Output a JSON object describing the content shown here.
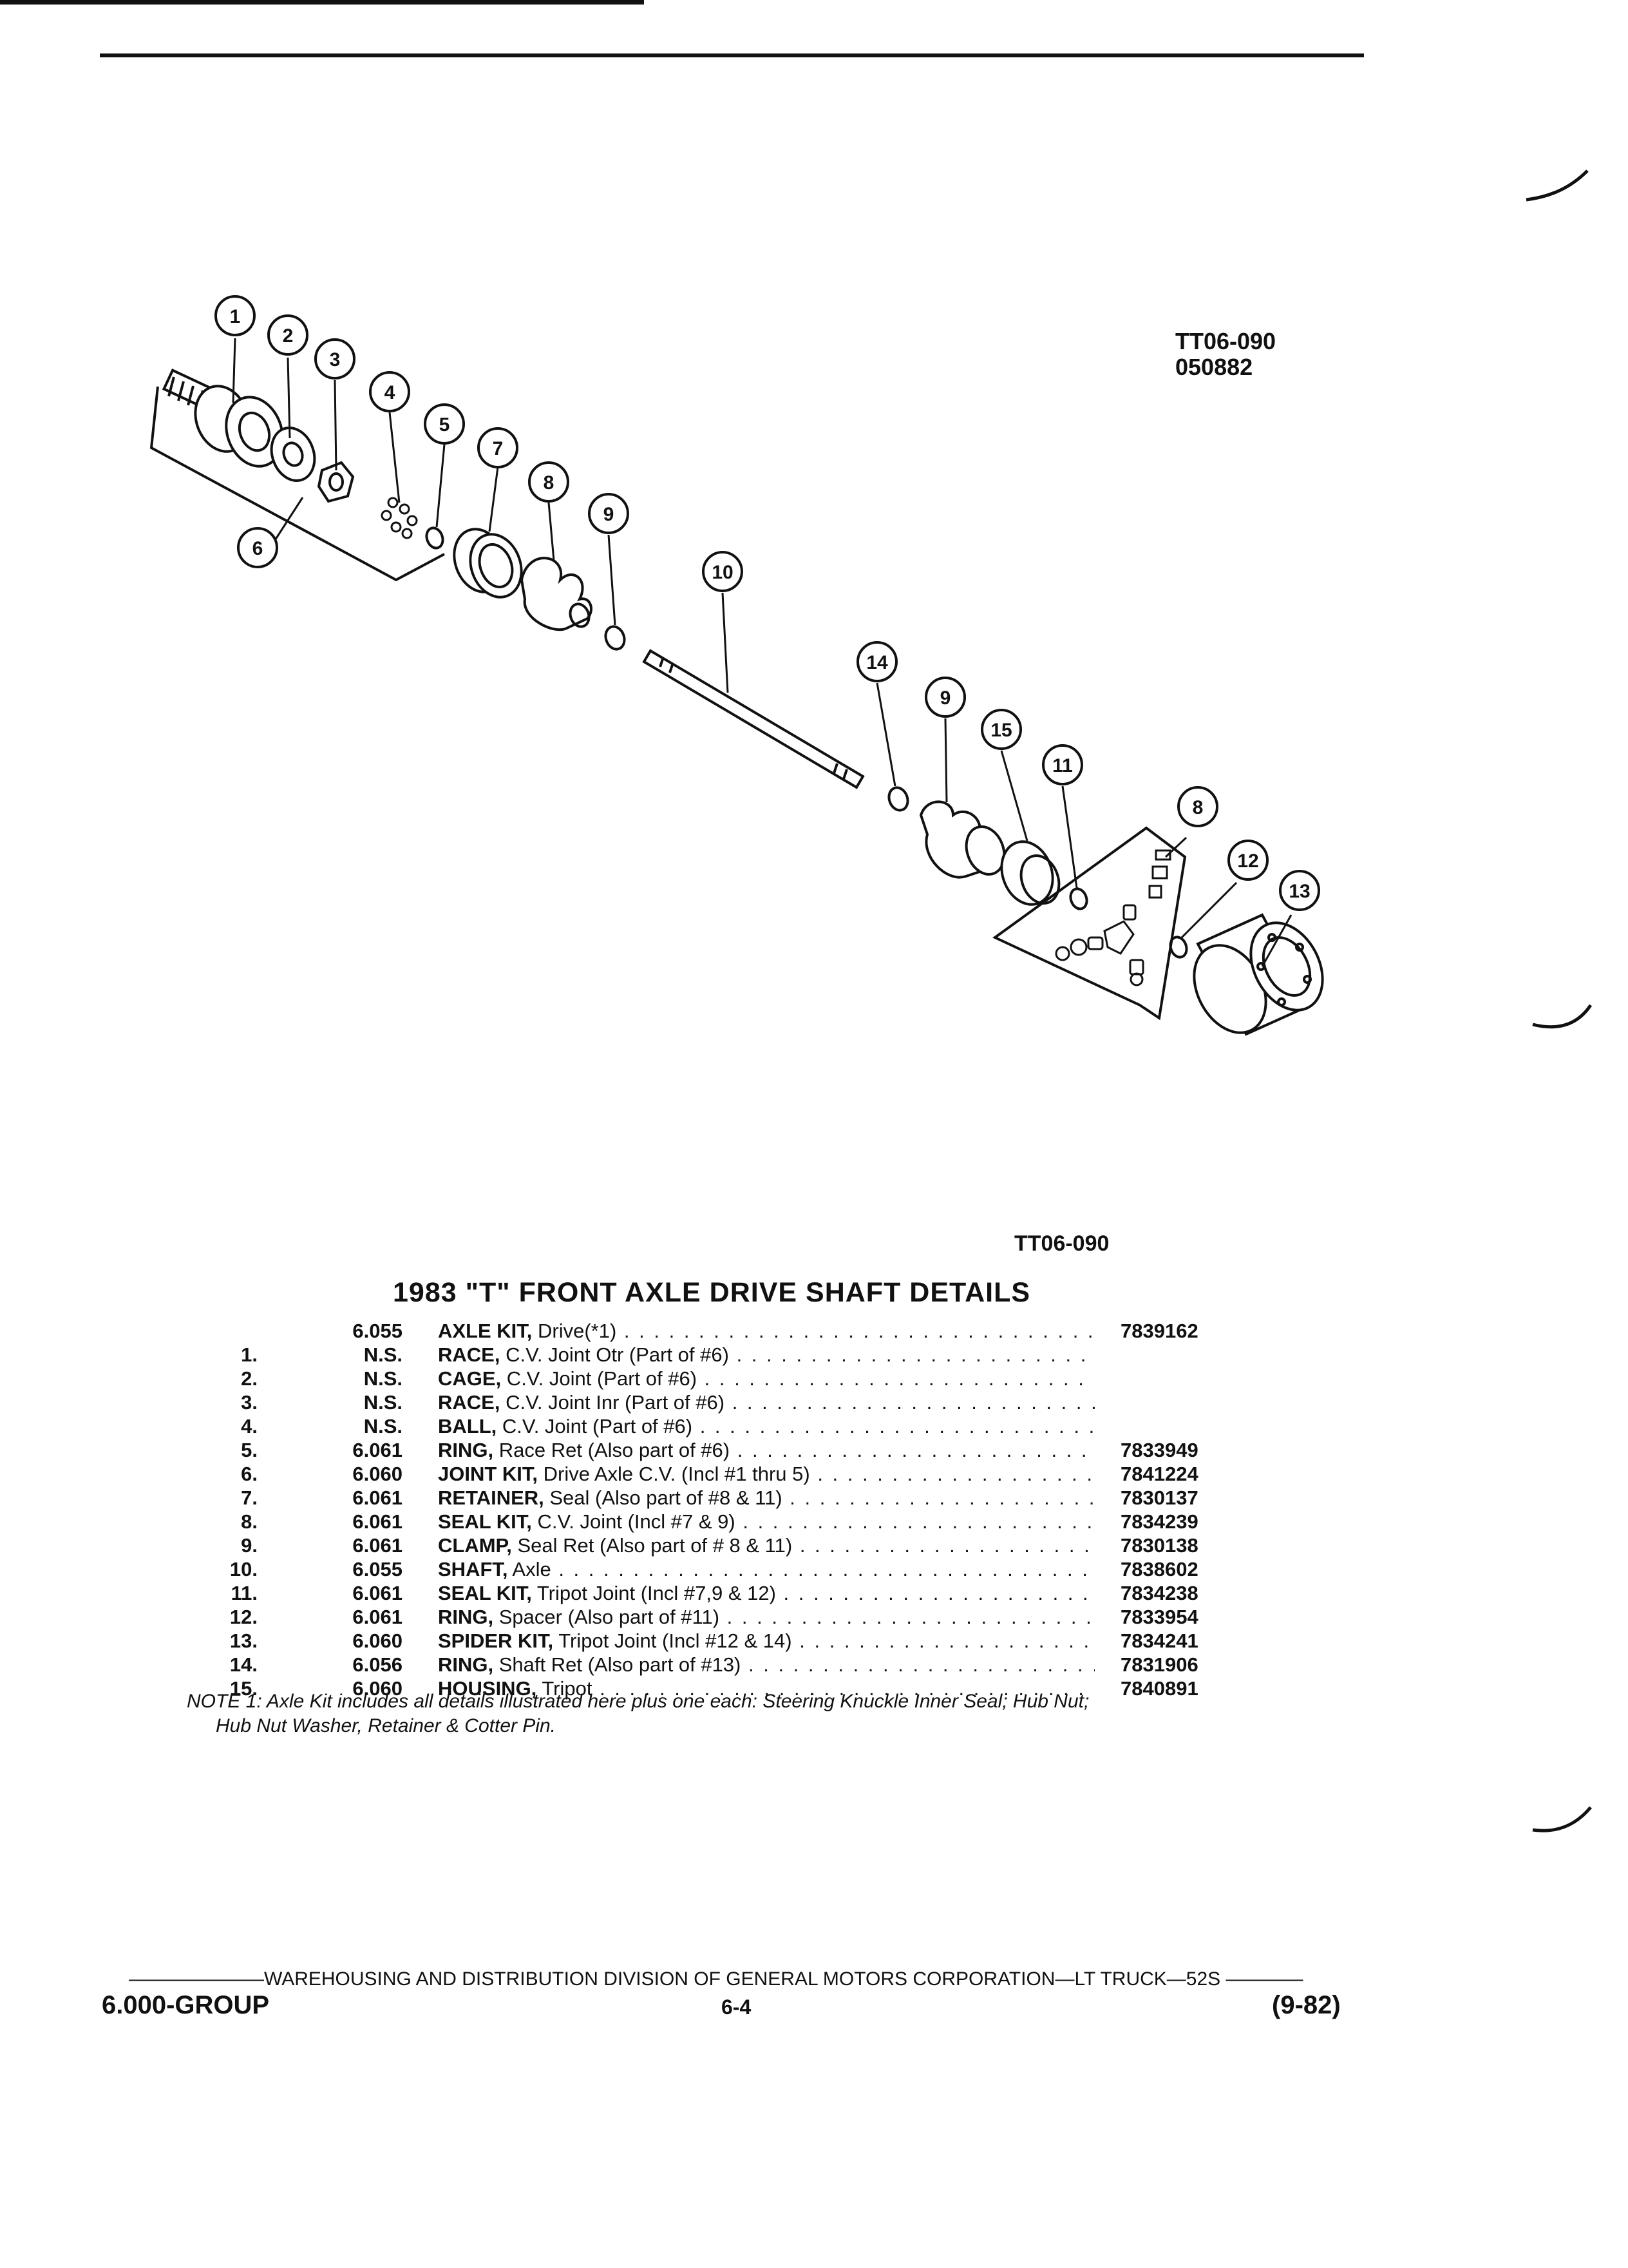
{
  "figure": {
    "code_top": "TT06-090",
    "date_code": "050882",
    "code_bottom": "TT06-090",
    "callouts": [
      "1",
      "2",
      "3",
      "4",
      "5",
      "6",
      "7",
      "8",
      "9",
      "10",
      "9",
      "11",
      "8",
      "12",
      "13",
      "14",
      "15"
    ]
  },
  "title": "1983 \"T\" FRONT AXLE DRIVE SHAFT DETAILS",
  "parts": [
    {
      "no": "",
      "group": "6.055",
      "name": "AXLE KIT,",
      "desc": " Drive(*1)",
      "part_no": "7839162"
    },
    {
      "no": "1.",
      "group": "N.S.",
      "name": "RACE,",
      "desc": " C.V. Joint Otr (Part of #6)",
      "part_no": ""
    },
    {
      "no": "2.",
      "group": "N.S.",
      "name": "CAGE,",
      "desc": " C.V. Joint (Part of #6)",
      "part_no": ""
    },
    {
      "no": "3.",
      "group": "N.S.",
      "name": "RACE,",
      "desc": " C.V. Joint Inr (Part of #6)",
      "part_no": ""
    },
    {
      "no": "4.",
      "group": "N.S.",
      "name": "BALL,",
      "desc": " C.V. Joint (Part of #6)",
      "part_no": ""
    },
    {
      "no": "5.",
      "group": "6.061",
      "name": "RING,",
      "desc": " Race Ret (Also part of #6)",
      "part_no": "7833949"
    },
    {
      "no": "6.",
      "group": "6.060",
      "name": "JOINT KIT,",
      "desc": " Drive Axle C.V. (Incl #1 thru 5)",
      "part_no": "7841224"
    },
    {
      "no": "7.",
      "group": "6.061",
      "name": "RETAINER,",
      "desc": " Seal (Also part of #8 & 11)",
      "part_no": "7830137"
    },
    {
      "no": "8.",
      "group": "6.061",
      "name": "SEAL KIT,",
      "desc": " C.V. Joint (Incl #7 & 9)",
      "part_no": "7834239"
    },
    {
      "no": "9.",
      "group": "6.061",
      "name": "CLAMP,",
      "desc": " Seal Ret (Also part of # 8 & 11)",
      "part_no": "7830138"
    },
    {
      "no": "10.",
      "group": "6.055",
      "name": "SHAFT,",
      "desc": " Axle",
      "part_no": "7838602"
    },
    {
      "no": "11.",
      "group": "6.061",
      "name": "SEAL KIT,",
      "desc": " Tripot Joint (Incl #7,9 & 12)",
      "part_no": "7834238"
    },
    {
      "no": "12.",
      "group": "6.061",
      "name": "RING,",
      "desc": " Spacer (Also part of #11)",
      "part_no": "7833954"
    },
    {
      "no": "13.",
      "group": "6.060",
      "name": "SPIDER KIT,",
      "desc": " Tripot Joint (Incl #12 & 14)",
      "part_no": "7834241"
    },
    {
      "no": "14.",
      "group": "6.056",
      "name": "RING,",
      "desc": " Shaft Ret (Also part of #13)",
      "part_no": "7831906"
    },
    {
      "no": "15.",
      "group": "6.060",
      "name": "HOUSING,",
      "desc": " Tripot",
      "part_no": "7840891"
    }
  ],
  "note": {
    "line1": "NOTE 1: Axle Kit includes all details illustrated here plus one each: Steering Knuckle Inner Seal;  Hub Nut;",
    "line2": "Hub Nut Washer, Retainer & Cotter Pin."
  },
  "footer": {
    "line": "———————WAREHOUSING AND DISTRIBUTION  DIVISION OF GENERAL MOTORS CORPORATION—LT TRUCK—52S  ————",
    "group": "6.000-GROUP",
    "page": "6-4",
    "date": "(9-82)"
  }
}
